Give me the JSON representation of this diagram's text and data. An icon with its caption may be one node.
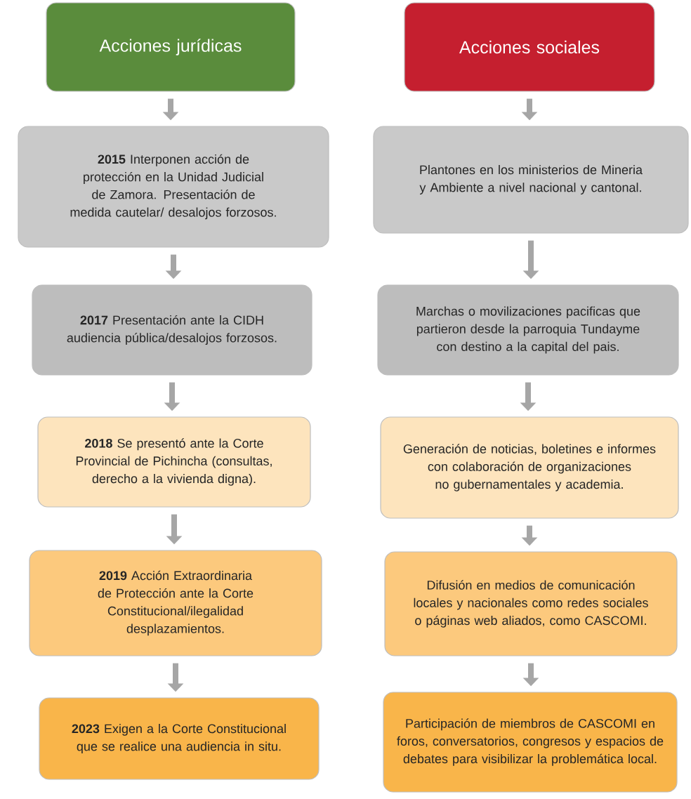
{
  "diagram": {
    "nodes": [
      {
        "text": [
          "Acciones jurídicas"
        ]
      },
      {
        "text": [
          "Acciones sociales"
        ]
      },
      {
        "text": [
          "**2015** Interponen acción de protección en la Unidad Judicial de Zamora. Presentación de medida cautelar/ desalojos forzosos."
        ]
      },
      {
        "text": [
          "Plantones en los ministerios de Mineria y Ambiente a nivel nacional y cantonal."
        ]
      },
      {
        "text": [
          "**2017** Presentación ante la CIDH audiencia pública/desalojos forzosos."
        ]
      },
      {
        "text": [
          "Marchas o movilizaciones pacificas que partieron desde la parroquia Tundayme con destino a la capital del pais."
        ]
      },
      {
        "text": [
          "**2018** Se presentó ante la Corte Provincial de Pichincha (consultas, derecho a la vivienda digna)."
        ]
      },
      {
        "text": [
          "Generación de noticias, boletines e informes con colaboración de organizaciones no gubernamentales y academia."
        ]
      },
      {
        "text": [
          "**2019** Acción Extraordinaria de Protección ante la Corte Constitucional/ilegalidad desplazamientos."
        ]
      },
      {
        "text": [
          "Difusión en medios de comunicación locales y nacionales como redes sociales o páginas web aliados, como CASCOMI."
        ]
      },
      {
        "text": [
          "**2023** Exigen a la Corte Constitucional que se realice una audiencia in situ."
        ]
      },
      {
        "text": [
          "Participación de miembros de CASCOMI en foros, conversatorios, congresos y espacios de debates para visibilizar la problemática local."
        ]
      }
    ],
    "edges": [
      {
        "from": 0,
        "to": 2,
        "arrow": "to"
      },
      {
        "from": 2,
        "to": 4,
        "arrow": "to"
      },
      {
        "from": 4,
        "to": 6,
        "arrow": "to"
      },
      {
        "from": 6,
        "to": 8,
        "arrow": "to"
      },
      {
        "from": 8,
        "to": 10,
        "arrow": "to"
      },
      {
        "from": 1,
        "to": 3,
        "arrow": "to"
      },
      {
        "from": 3,
        "to": 5,
        "arrow": "to"
      },
      {
        "from": 5,
        "to": 7,
        "arrow": "to"
      },
      {
        "from": 7,
        "to": 9,
        "arrow": "to"
      },
      {
        "from": 9,
        "to": 11,
        "arrow": "to"
      }
    ]
  }
}
